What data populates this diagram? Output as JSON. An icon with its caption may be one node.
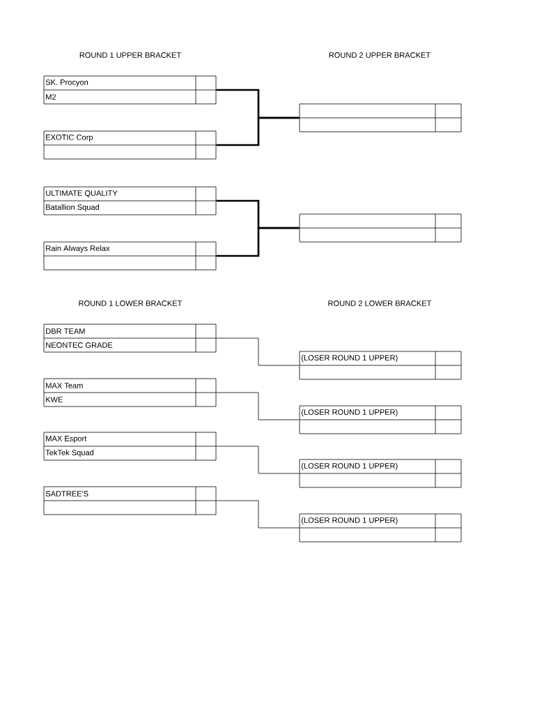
{
  "diagram": {
    "nodes": [
      {
        "text": [
          "SK. Procyon",
          "M2"
        ]
      },
      {
        "text": [
          "EXOTIC Corp"
        ]
      },
      {
        "text": [],
        "shape": "box"
      },
      {
        "text": [
          "ULTIMATE QUALITY",
          "Batallion Squad"
        ]
      },
      {
        "text": [
          "Rain Always Relax"
        ]
      },
      {
        "text": [],
        "shape": "box"
      },
      {
        "text": [
          "DBR TEAM",
          "NEONTEC GRADE"
        ]
      },
      {
        "text": [
          "(LOSER ROUND 1 UPPER)"
        ]
      },
      {
        "text": [
          "MAX Team",
          "KWE"
        ]
      },
      {
        "text": [
          "(LOSER ROUND 1 UPPER)"
        ]
      },
      {
        "text": [
          "MAX Esport",
          "TekTek Squad"
        ]
      },
      {
        "text": [
          "(LOSER ROUND 1 UPPER)"
        ]
      },
      {
        "text": [
          "SADTREE'S"
        ]
      },
      {
        "text": [
          "(LOSER ROUND 1 UPPER)"
        ]
      }
    ],
    "edges": [
      {
        "from": 0,
        "to": 2,
        "arrow": "none",
        "style": "thick"
      },
      {
        "from": 1,
        "to": 2,
        "arrow": "none",
        "style": "thick"
      },
      {
        "from": 3,
        "to": 5,
        "arrow": "none",
        "style": "thick"
      },
      {
        "from": 4,
        "to": 5,
        "arrow": "none",
        "style": "thick"
      },
      {
        "from": 6,
        "to": 7,
        "arrow": "none"
      },
      {
        "from": 8,
        "to": 9,
        "arrow": "none"
      },
      {
        "from": 10,
        "to": 11,
        "arrow": "none"
      },
      {
        "from": 12,
        "to": 13,
        "arrow": "none"
      }
    ],
    "labels": [
      "ROUND 1 UPPER BRACKET",
      "ROUND 2 UPPER BRACKET",
      "ROUND 1 LOWER BRACKET",
      "ROUND 2 LOWER BRACKET"
    ]
  }
}
